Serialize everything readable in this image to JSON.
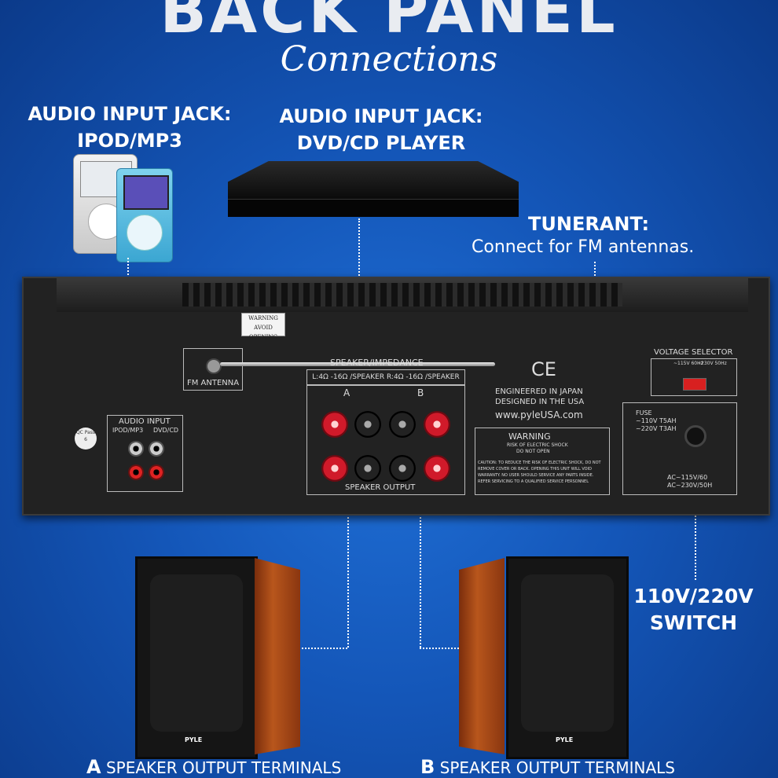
{
  "header": {
    "title": "BACK PANEL",
    "subtitle": "Connections"
  },
  "callouts": {
    "ipod": {
      "line1": "AUDIO INPUT JACK:",
      "line2": "IPOD/MP3"
    },
    "dvd": {
      "line1": "AUDIO INPUT JACK:",
      "line2": "DVD/CD PLAYER"
    },
    "tuner": {
      "title": "TUNERANT:",
      "desc": "Connect for FM antennas."
    },
    "switch": {
      "line1": "110V/220V",
      "line2": "SWITCH"
    }
  },
  "panel": {
    "warning_small": "WARNING",
    "warning_small2": "AVOID OPENING",
    "fm_antenna": "FM ANTENNA",
    "speaker_impedance": "SPEAKER/IMPEDANCE",
    "impedance_spec": "L:4Ω -16Ω /SPEAKER  R:4Ω -16Ω /SPEAKER",
    "channel_a": "A",
    "channel_b": "B",
    "speaker_output": "SPEAKER OUTPUT",
    "audio_input": "AUDIO INPUT",
    "ipod_mp3": "IPOD/MP3",
    "dvd_cd": "DVD/CD",
    "qc": "QC Pass 6",
    "engineered": "ENGINEERED IN JAPAN",
    "designed": "DESIGNED IN THE USA",
    "website": "www.pyleUSA.com",
    "ce": "CE",
    "voltage_selector": "VOLTAGE SELECTOR",
    "v115": "~115V 60Hz",
    "v230": "~230V 50Hz",
    "fuse": "FUSE",
    "fuse1": "~110V T5AH",
    "fuse2": "~220V T3AH",
    "ac1": "AC~115V/60",
    "ac2": "AC~230V/50H",
    "warning_big": "WARNING",
    "shock": "RISK OF ELECTRIC SHOCK",
    "donot": "DO NOT OPEN",
    "caution": "CAUTION: TO REDUCE THE RISK OF ELECTRIC SHOCK, DO NOT REMOVE COVER OR BACK. OPENING THIS UNIT WILL VOID WARRANTY. NO USER SHOULD SERVICE ANY PARTS INSIDE. REFER SERVICING TO A QUALIFIED SERVICE PERSONNEL",
    "brand": "PYLE"
  },
  "footer": {
    "a_letter": "A",
    "a_text": "SPEAKER OUTPUT TERMINALS",
    "b_letter": "B",
    "b_text": "SPEAKER OUTPUT TERMINALS"
  }
}
